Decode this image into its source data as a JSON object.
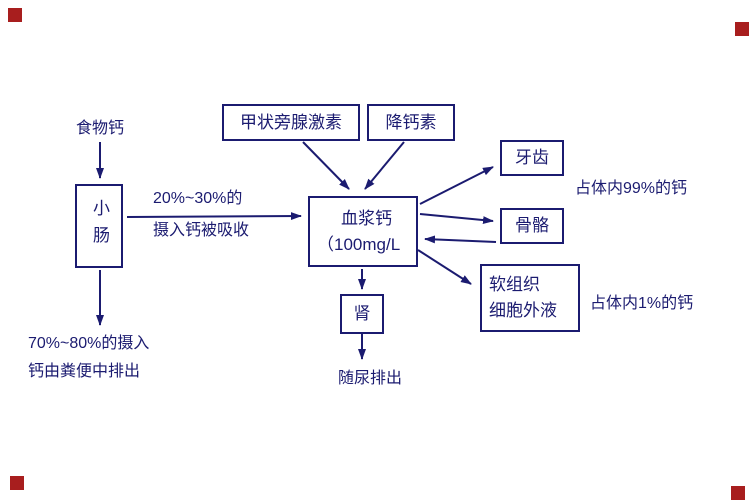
{
  "colors": {
    "diagram": "#1b1b70",
    "corner_marker": "#a81e1e",
    "background": "#ffffff"
  },
  "nodes": {
    "food_calcium": {
      "label": "食物钙"
    },
    "small_intestine": {
      "label": "小肠"
    },
    "pth": {
      "label": "甲状旁腺激素"
    },
    "calcitonin": {
      "label": "降钙素"
    },
    "plasma": {
      "line1": "血浆钙",
      "line2": "（100mg/L"
    },
    "teeth": {
      "label": "牙齿"
    },
    "bone": {
      "label": "骨骼"
    },
    "soft_tissue": {
      "line1": "软组织",
      "line2": "细胞外液"
    },
    "kidney": {
      "label": "肾"
    }
  },
  "labels": {
    "absorption_line1": "20%~30%的",
    "absorption_line2": "摄入钙被吸收",
    "pct99": "占体内99%的钙",
    "pct1": "占体内1%的钙",
    "urine": "随尿排出",
    "feces_line1": "70%~80%的摄入",
    "feces_line2": "钙由粪便中排出"
  }
}
